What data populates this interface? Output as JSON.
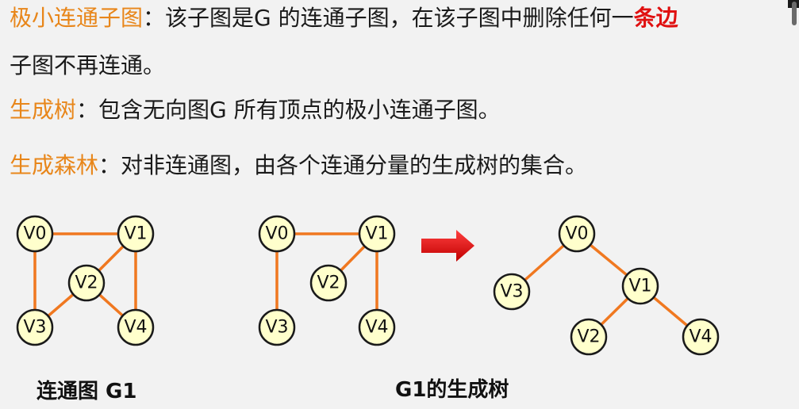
{
  "definitions": {
    "minimal_connected": {
      "term": "极小连通子图",
      "colon": "：",
      "text1": "该子图是G 的连通子图，在该子图中删除任何一",
      "highlight": "条边",
      "text2": "子图不再连通。"
    },
    "spanning_tree": {
      "term": "生成树",
      "colon": "：",
      "text": "包含无向图G 所有顶点的极小连通子图。"
    },
    "spanning_forest": {
      "term": "生成森林",
      "colon": "：",
      "text": "对非连通图，由各个连通分量的生成树的集合。"
    }
  },
  "graphs": {
    "graph1": {
      "caption": "连通图 G1",
      "nodes": [
        "V0",
        "V1",
        "V2",
        "V3",
        "V4"
      ]
    },
    "graph2": {
      "nodes": [
        "V0",
        "V1",
        "V2",
        "V3",
        "V4"
      ]
    },
    "tree": {
      "caption": "G1的生成树",
      "nodes": [
        "V0",
        "V3",
        "V1",
        "V2",
        "V4"
      ]
    }
  },
  "colors": {
    "term": "#e8861a",
    "highlight": "#e01010",
    "edge": "#f07820",
    "node_fill": "#ffffcc",
    "arrow": "#e01010"
  }
}
